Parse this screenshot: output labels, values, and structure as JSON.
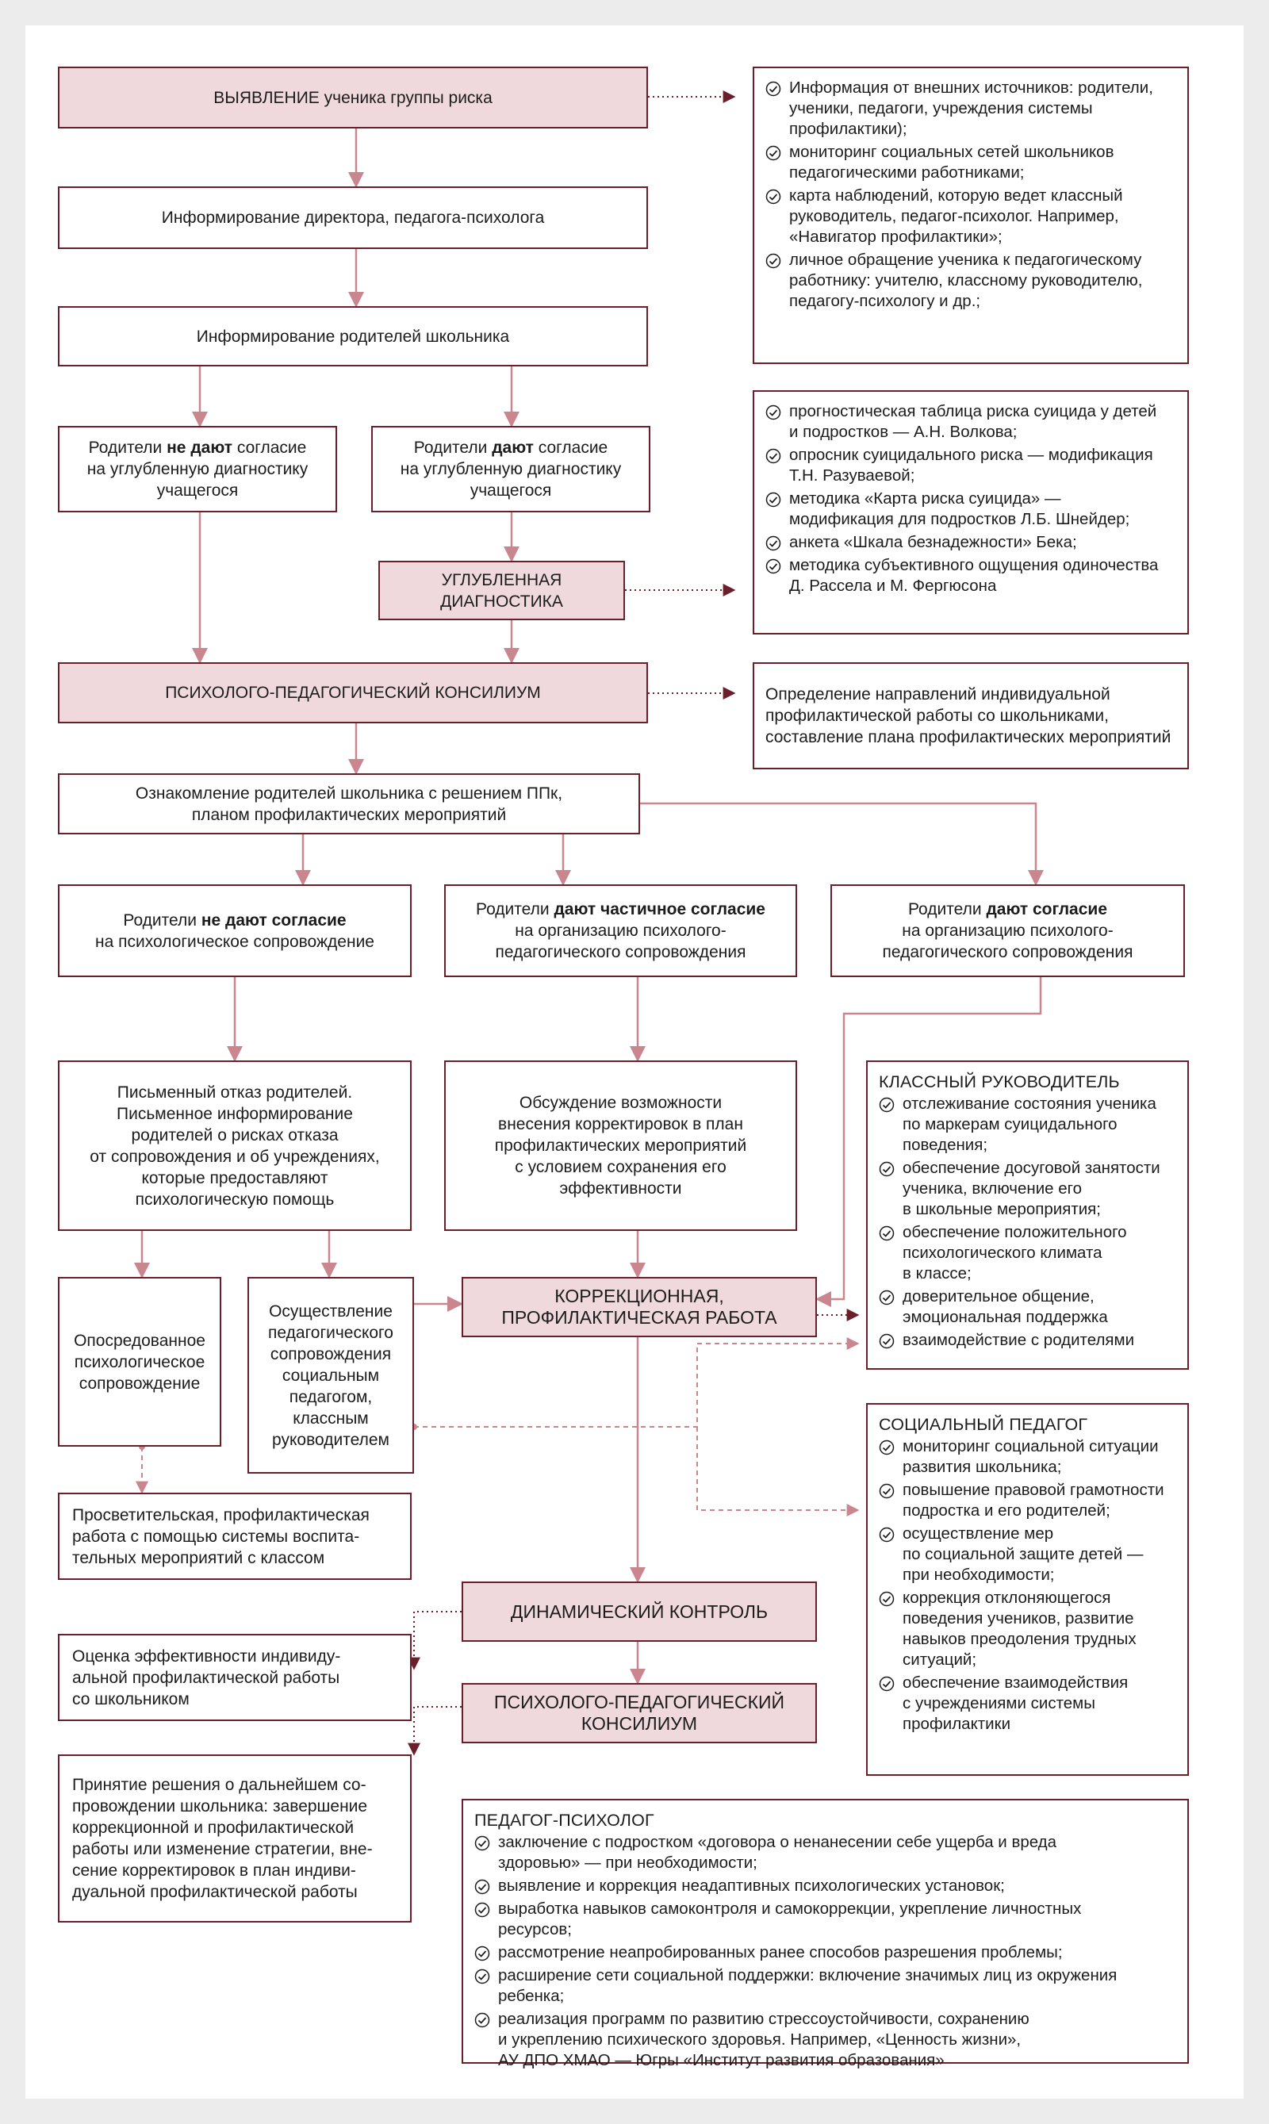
{
  "boxes": {
    "detect": "ВЫЯВЛЕНИЕ ученика группы риска",
    "inform_director": "Информирование директора, педагога-психолога",
    "inform_parents": "Информирование родителей школьника",
    "no_consent_1_pre": "Родители ",
    "no_consent_1_bold": "не дают",
    "no_consent_1_post": " согласие\nна углубленную диагностику\nучащегося",
    "consent_1_pre": "Родители ",
    "consent_1_bold": "дают",
    "consent_1_post": " согласие\nна углубленную диагностику\nучащегося",
    "deep_diag": "УГЛУБЛЕННАЯ\nДИАГНОСТИКА",
    "ppk1": "ПСИХОЛОГО-ПЕДАГОГИЧЕСКИЙ КОНСИЛИУМ",
    "familiarize": "Ознакомление родителей школьника с решением ППк,\nпланом профилактических мероприятий",
    "no_consent_2_pre": "Родители ",
    "no_consent_2_bold": "не дают согласие",
    "no_consent_2_post": "\nна психологическое сопровождение",
    "partial_pre": "Родители ",
    "partial_bold": "дают частичное согласие",
    "partial_post": "\nна организацию психолого-\nпедагогического сопровождения",
    "full_pre": "Родители ",
    "full_bold": "дают согласие",
    "full_post": "\nна организацию психолого-\nпедагогического сопровождения",
    "written_refusal": "Письменный отказ родителей.\nПисьменное информирование\nродителей о рисках отказа\nот сопровождения и об учреждениях,\nкоторые предоставляют\nпсихологическую помощь",
    "discussion": "Обсуждение возможности\nвнесения корректировок в план\nпрофилактических мероприятий\nс условием сохранения его\nэффективности",
    "indirect": "Опосредованное\nпсихологическое\nсопровождение",
    "ped_support": "Осуществление\nпедагогического\nсопровождения\nсоциальным\nпедагогом,\nклассным\nруководителем",
    "correction": "КОРРЕКЦИОННАЯ,\nПРОФИЛАКТИЧЕСКАЯ РАБОТА",
    "educational": "Просветительская, профилактическая\nработа с помощью системы воспита-\nтельных мероприятий с классом",
    "dynamic": "ДИНАМИЧЕСКИЙ КОНТРОЛЬ",
    "evaluation": "Оценка эффективности индивиду-\nальной профилактической работы\nсо школьником",
    "ppk2": "ПСИХОЛОГО-ПЕДАГОГИЧЕСКИЙ\nКОНСИЛИУМ",
    "decision": "Принятие решения о дальнейшем со-\nпровождении школьника: завершение\nкоррекционной и профилактической\nработы или изменение стратегии, вне-\nсение корректировок в план индиви-\nдуальной профилактической работы",
    "ppk_result": "Определение направлений индивидуальной\nпрофилактической работы со школьниками,\nсоставление плана профилактических мероприятий"
  },
  "sources": {
    "items": [
      "Информация от внешних источников: родители,\nученики, педагоги, учреждения системы\nпрофилактики);",
      "мониторинг социальных сетей школьников\nпедагогическими работниками;",
      "карта наблюдений, которую ведет классный\nруководитель, педагог-психолог. Например,\n«Навигатор профилактики»;",
      "личное обращение ученика к педагогическому\nработнику: учителю, классному руководителю,\nпедагогу-психологу и др.;"
    ]
  },
  "methods": {
    "items": [
      "прогностическая таблица риска суицида у детей\nи подростков — А.Н. Волкова;",
      "опросник суицидального риска — модификация\nТ.Н. Разуваевой;",
      "методика «Карта риска суицида» —\nмодификация для подростков Л.Б. Шнейдер;",
      "анкета «Шкала безнадежности» Бека;",
      "методика субъективного ощущения одиночества\nД. Рассела и М. Фергюсона"
    ]
  },
  "class_teacher": {
    "title": "КЛАССНЫЙ РУКОВОДИТЕЛЬ",
    "items": [
      "отслеживание состояния ученика\nпо маркерам суицидального\nповедения;",
      "обеспечение досуговой занятости\nученика, включение его\nв школьные мероприятия;",
      "обеспечение положительного\nпсихологического климата\nв классе;",
      "доверительное общение,\nэмоциональная поддержка",
      "взаимодействие с родителями"
    ]
  },
  "social_pedagogue": {
    "title": "СОЦИАЛЬНЫЙ ПЕДАГОГ",
    "items": [
      "мониторинг социальной ситуации\nразвития школьника;",
      "повышение правовой грамотности\nподростка и его родителей;",
      "осуществление мер\nпо социальной защите детей —\nпри необходимости;",
      "коррекция отклоняющегося\nповедения учеников, развитие\nнавыков преодоления трудных\nситуаций;",
      "обеспечение взаимодействия\nс учреждениями системы\nпрофилактики"
    ]
  },
  "psychologist": {
    "title": "ПЕДАГОГ-ПСИХОЛОГ",
    "items": [
      "заключение с подростком «договора о ненанесении себе ущерба и вреда\nздоровью» — при необходимости;",
      "выявление и коррекция неадаптивных психологических установок;",
      "выработка навыков самоконтроля и самокоррекции, укрепление личностных\nресурсов;",
      "рассмотрение неапробированных ранее способов разрешения проблемы;",
      "расширение сети социальной поддержки: включение значимых лиц из окружения\nребенка;",
      "реализация программ по развитию стрессоустойчивости, сохранению\nи укреплению психического здоровья. Например, «Ценность жизни»,\nАУ ДПО ХМАО — Югры «Институт развития образования»"
    ]
  },
  "colors": {
    "border": "#6b1f2a",
    "fill": "#efd9dc",
    "arrow": "#c9868f",
    "bg": "#ececec"
  }
}
